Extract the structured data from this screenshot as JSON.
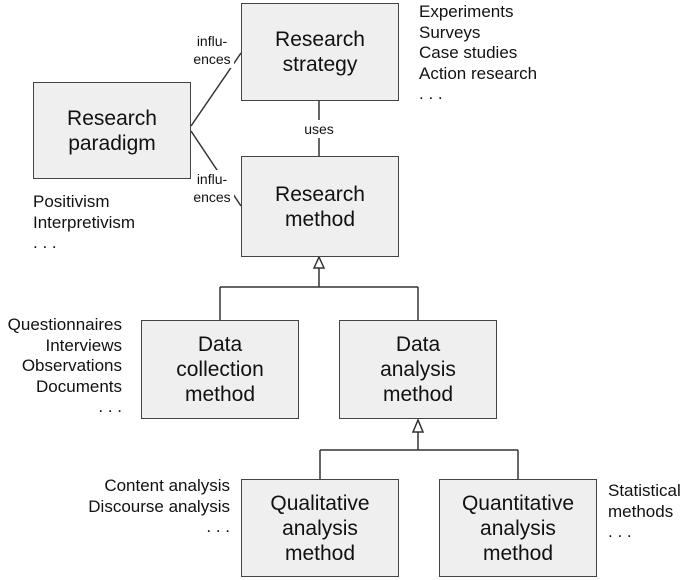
{
  "boxes": {
    "research_paradigm": "Research\nparadigm",
    "research_strategy": "Research\nstrategy",
    "research_method": "Research\nmethod",
    "data_collection_method": "Data\ncollection\nmethod",
    "data_analysis_method": "Data\nanalysis\nmethod",
    "qualitative_analysis_method": "Qualitative\nanalysis\nmethod",
    "quantitative_analysis_method": "Quantitative\nanalysis\nmethod"
  },
  "edge_labels": {
    "influences_strategy": "influ-\nences",
    "influences_method": "influ-\nences",
    "uses": "uses"
  },
  "notes": {
    "paradigm_examples": [
      "Positivism",
      "Interpretivism",
      ". . ."
    ],
    "strategy_examples": [
      "Experiments",
      "Surveys",
      "Case studies",
      "Action research",
      ". . ."
    ],
    "collection_examples": [
      "Questionnaires",
      "Interviews",
      "Observations",
      "Documents",
      ". . ."
    ],
    "qualitative_examples": [
      "Content analysis",
      "Discourse analysis",
      ". . ."
    ],
    "quantitative_examples": [
      "Statistical",
      "methods",
      ". . ."
    ]
  },
  "colors": {
    "box_fill": "#efefef",
    "box_border": "#444444",
    "line": "#333333"
  }
}
